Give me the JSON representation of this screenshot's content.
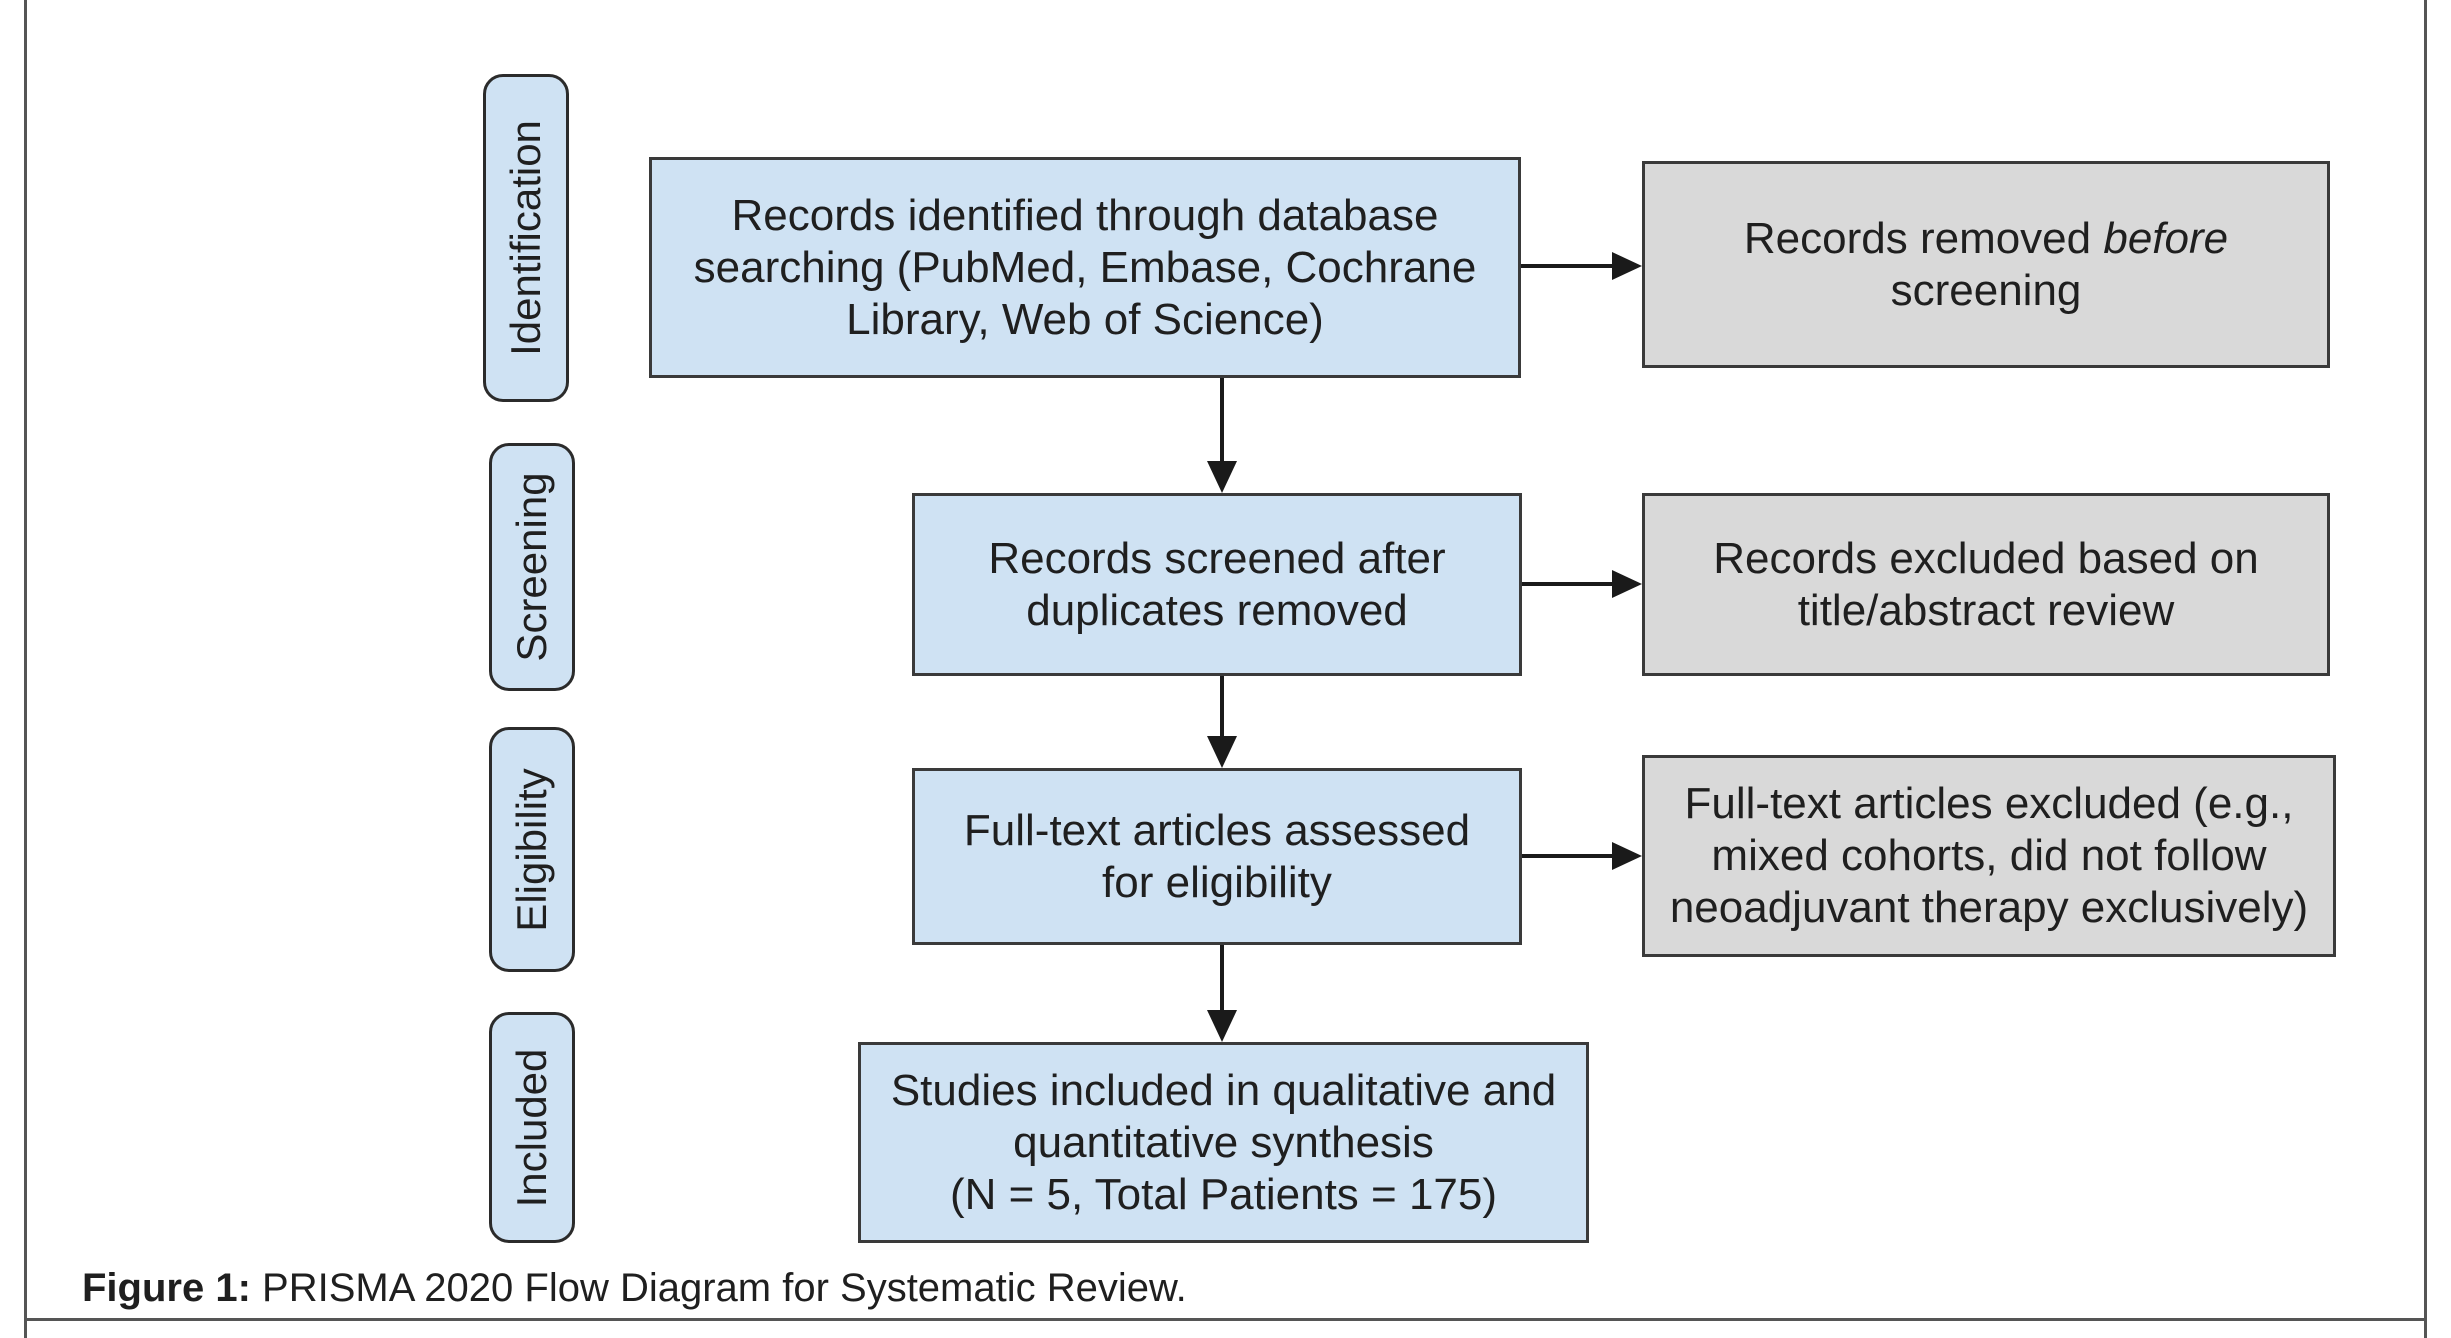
{
  "stages": [
    {
      "id": "identification",
      "label": "Identification"
    },
    {
      "id": "screening",
      "label": "Screening"
    },
    {
      "id": "eligibility",
      "label": "Eligibility"
    },
    {
      "id": "included",
      "label": "Included"
    }
  ],
  "boxes": {
    "identified": {
      "lines": [
        "Records identified through database",
        "searching (PubMed, Embase, Cochrane",
        "Library, Web of Science)"
      ]
    },
    "removed_before": {
      "pre": "Records removed ",
      "em": "before",
      "post": "screening"
    },
    "screened": {
      "lines": [
        "Records screened after",
        "duplicates removed"
      ]
    },
    "excluded_title": {
      "lines": [
        "Records excluded based on",
        "title/abstract review"
      ]
    },
    "fulltext": {
      "lines": [
        "Full-text articles assessed",
        "for eligibility"
      ]
    },
    "excluded_fulltext": {
      "lines": [
        "Full-text articles excluded (e.g.,",
        "mixed cohorts, did not follow",
        "neoadjuvant therapy exclusively)"
      ]
    },
    "included": {
      "lines": [
        "Studies included in qualitative and",
        "quantitative synthesis",
        "(N = 5, Total Patients = 175)"
      ]
    }
  },
  "caption": {
    "label": "Figure 1:",
    "text": " PRISMA 2020 Flow Diagram for Systematic Review."
  },
  "colors": {
    "stage_fill": "#cfe2f3",
    "box_blue": "#cfe2f3",
    "box_grey": "#d9d9d9",
    "stroke": "#2b2b2b"
  }
}
